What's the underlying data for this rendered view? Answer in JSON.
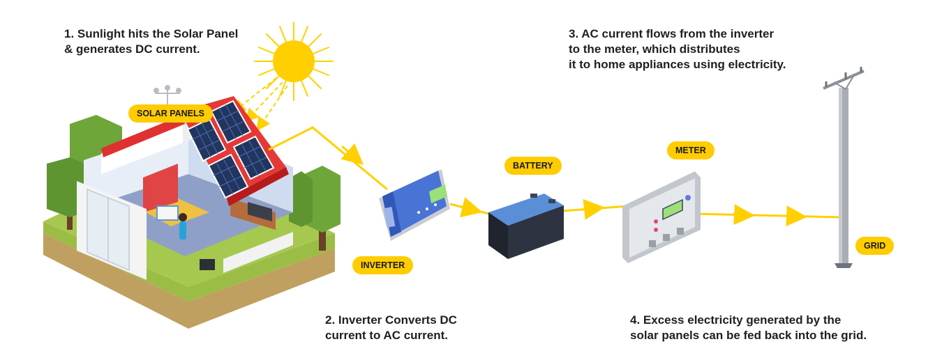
{
  "steps": {
    "step1": [
      "1. Sunlight hits the Solar Panel",
      "& generates DC current."
    ],
    "step2": [
      "2. Inverter Converts DC",
      "current to AC current."
    ],
    "step3": [
      "3. AC current flows from the inverter",
      "to the meter, which distributes",
      "it to home appliances using electricity."
    ],
    "step4": [
      "4. Excess electricity generated by the",
      "solar panels can be fed back into the grid."
    ]
  },
  "labels": {
    "solar_panels": "SOLAR PANELS",
    "inverter": "INVERTER",
    "battery": "BATTERY",
    "meter": "METER",
    "grid": "GRID"
  },
  "colors": {
    "flow_line": "#ffd000",
    "label_bg": "#ffcc00",
    "sun": "#ffd200",
    "inverter_body": "#4a73d6",
    "battery_top": "#5a8fd8",
    "battery_body": "#2d3340",
    "roof": "#e03030",
    "grass": "#9bbd45"
  },
  "icons": [
    "sun-icon",
    "house-icon",
    "solar-panel-icon",
    "inverter-icon",
    "battery-icon",
    "meter-icon",
    "power-pole-icon",
    "weather-vane-icon"
  ]
}
